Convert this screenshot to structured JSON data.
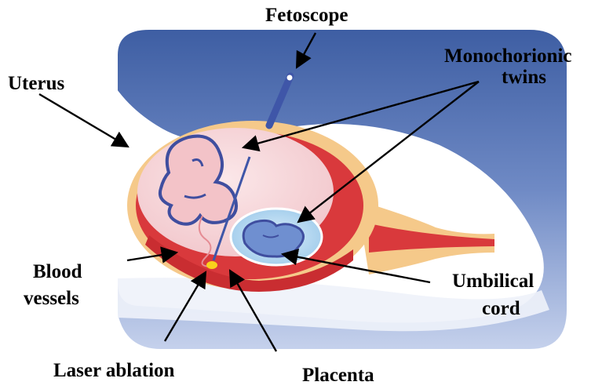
{
  "labels": {
    "fetoscope": "Fetoscope",
    "monochorionic_line1": "Monochorionic",
    "monochorionic_line2": "twins",
    "uterus": "Uterus",
    "blood_line1": "Blood",
    "blood_line2": "vessels",
    "umbilical_line1": "Umbilical",
    "umbilical_line2": "cord",
    "laser_ablation": "Laser ablation",
    "placenta": "Placenta"
  },
  "colors": {
    "background_blue": "#4a6aac",
    "uterus_wall": "#f5c98a",
    "amniotic_sac": "#f6d5d8",
    "fetus_outline": "#3f4e9f",
    "small_twin_fill": "#6f8fd0",
    "placenta_red": "#d9393c",
    "fetoscope_blue": "#3f56a8",
    "laser_yellow": "#f9d21c"
  }
}
